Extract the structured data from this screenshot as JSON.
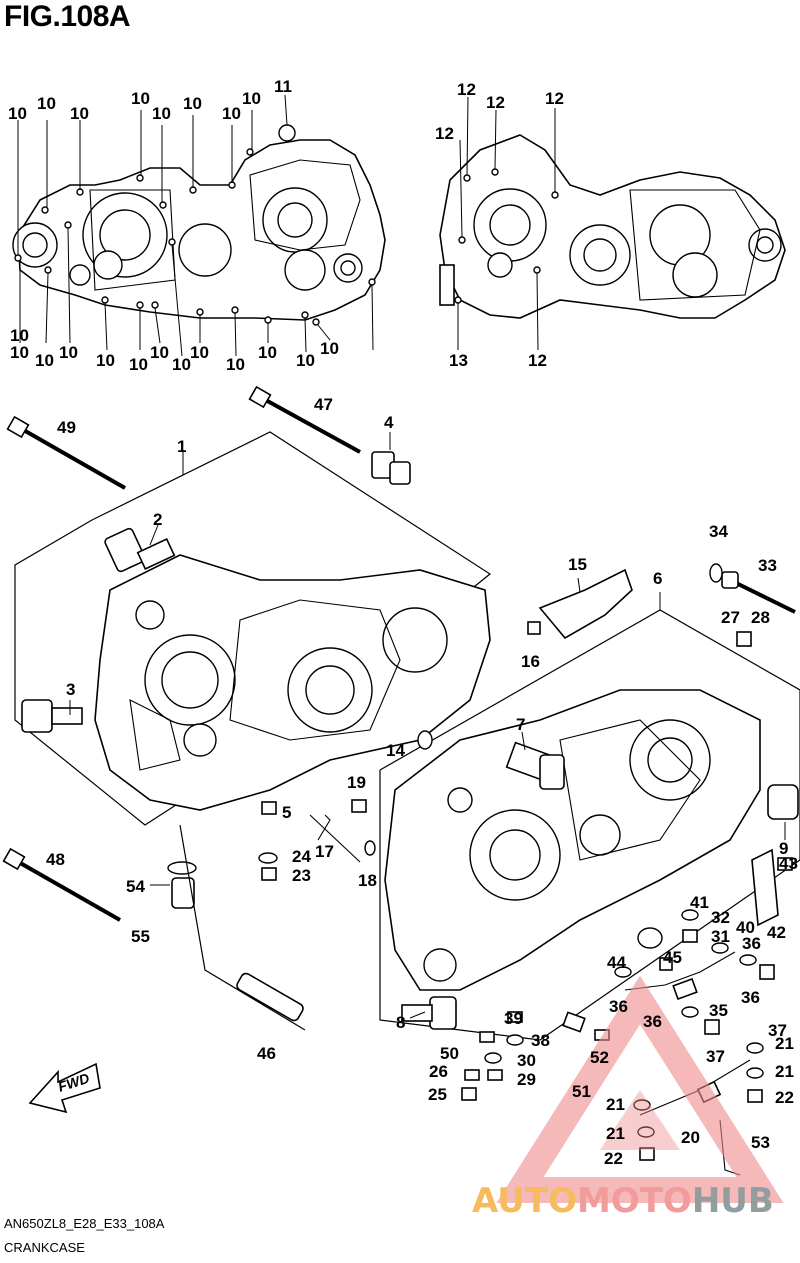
{
  "figure": {
    "title": "FIG.108A",
    "code": "AN650ZL8_E28_E33_108A",
    "name": "CRANKCASE"
  },
  "watermark": {
    "brand_a": "AUTO",
    "brand_b": "MOTO",
    "brand_c": "HUB",
    "color_main": "#f08a8a",
    "color_accent": "#f5b041",
    "color_dark": "#7f8c8d"
  },
  "fwd_label": "FWD",
  "callouts": [
    {
      "id": "c10a",
      "t": "10"
    },
    {
      "id": "c10b",
      "t": "10"
    },
    {
      "id": "c10c",
      "t": "10"
    },
    {
      "id": "c10d",
      "t": "10"
    },
    {
      "id": "c10e",
      "t": "10"
    },
    {
      "id": "c10f",
      "t": "10"
    },
    {
      "id": "c10g",
      "t": "10"
    },
    {
      "id": "c10h",
      "t": "10"
    },
    {
      "id": "c10i",
      "t": "10"
    },
    {
      "id": "c11",
      "t": "11"
    },
    {
      "id": "c10j",
      "t": "10"
    },
    {
      "id": "c10k",
      "t": "10"
    },
    {
      "id": "c10l",
      "t": "10"
    },
    {
      "id": "c10m",
      "t": "10"
    },
    {
      "id": "c10n",
      "t": "10"
    },
    {
      "id": "c10o",
      "t": "10"
    },
    {
      "id": "c10p",
      "t": "10"
    },
    {
      "id": "c10q",
      "t": "10"
    },
    {
      "id": "c10r",
      "t": "10"
    },
    {
      "id": "c10s",
      "t": "10"
    },
    {
      "id": "c10t",
      "t": "10"
    },
    {
      "id": "c10u",
      "t": "10"
    },
    {
      "id": "c12a",
      "t": "12"
    },
    {
      "id": "c12b",
      "t": "12"
    },
    {
      "id": "c12c",
      "t": "12"
    },
    {
      "id": "c12d",
      "t": "12"
    },
    {
      "id": "c13",
      "t": "13"
    },
    {
      "id": "c12e",
      "t": "12"
    },
    {
      "id": "c47",
      "t": "47"
    },
    {
      "id": "c4",
      "t": "4"
    },
    {
      "id": "c49",
      "t": "49"
    },
    {
      "id": "c1",
      "t": "1"
    },
    {
      "id": "c2",
      "t": "2"
    },
    {
      "id": "c3",
      "t": "3"
    },
    {
      "id": "c34",
      "t": "34"
    },
    {
      "id": "c33",
      "t": "33"
    },
    {
      "id": "c15",
      "t": "15"
    },
    {
      "id": "c6",
      "t": "6"
    },
    {
      "id": "c27",
      "t": "27"
    },
    {
      "id": "c28",
      "t": "28"
    },
    {
      "id": "c16",
      "t": "16"
    },
    {
      "id": "c7",
      "t": "7"
    },
    {
      "id": "c14",
      "t": "14"
    },
    {
      "id": "c19",
      "t": "19"
    },
    {
      "id": "c5",
      "t": "5"
    },
    {
      "id": "c24",
      "t": "24"
    },
    {
      "id": "c17",
      "t": "17"
    },
    {
      "id": "c23",
      "t": "23"
    },
    {
      "id": "c18",
      "t": "18"
    },
    {
      "id": "c9",
      "t": "9"
    },
    {
      "id": "c43",
      "t": "43"
    },
    {
      "id": "c48",
      "t": "48"
    },
    {
      "id": "c54",
      "t": "54"
    },
    {
      "id": "c55",
      "t": "55"
    },
    {
      "id": "c41",
      "t": "41"
    },
    {
      "id": "c32",
      "t": "32"
    },
    {
      "id": "c40",
      "t": "40"
    },
    {
      "id": "c42",
      "t": "42"
    },
    {
      "id": "c31",
      "t": "31"
    },
    {
      "id": "c36a",
      "t": "36"
    },
    {
      "id": "c44",
      "t": "44"
    },
    {
      "id": "c45",
      "t": "45"
    },
    {
      "id": "c36b",
      "t": "36"
    },
    {
      "id": "c46",
      "t": "46"
    },
    {
      "id": "c36c",
      "t": "36"
    },
    {
      "id": "c35",
      "t": "35"
    },
    {
      "id": "c39",
      "t": "39"
    },
    {
      "id": "c8",
      "t": "8"
    },
    {
      "id": "c38",
      "t": "38"
    },
    {
      "id": "c36d",
      "t": "36"
    },
    {
      "id": "c37a",
      "t": "37"
    },
    {
      "id": "c37b",
      "t": "37"
    },
    {
      "id": "c50",
      "t": "50"
    },
    {
      "id": "c30",
      "t": "30"
    },
    {
      "id": "c52",
      "t": "52"
    },
    {
      "id": "c21a",
      "t": "21"
    },
    {
      "id": "c26",
      "t": "26"
    },
    {
      "id": "c29",
      "t": "29"
    },
    {
      "id": "c21b",
      "t": "21"
    },
    {
      "id": "c51",
      "t": "51"
    },
    {
      "id": "c25",
      "t": "25"
    },
    {
      "id": "c22a",
      "t": "22"
    },
    {
      "id": "c21c",
      "t": "21"
    },
    {
      "id": "c20",
      "t": "20"
    },
    {
      "id": "c21d",
      "t": "21"
    },
    {
      "id": "c53",
      "t": "53"
    },
    {
      "id": "c22b",
      "t": "22"
    }
  ]
}
